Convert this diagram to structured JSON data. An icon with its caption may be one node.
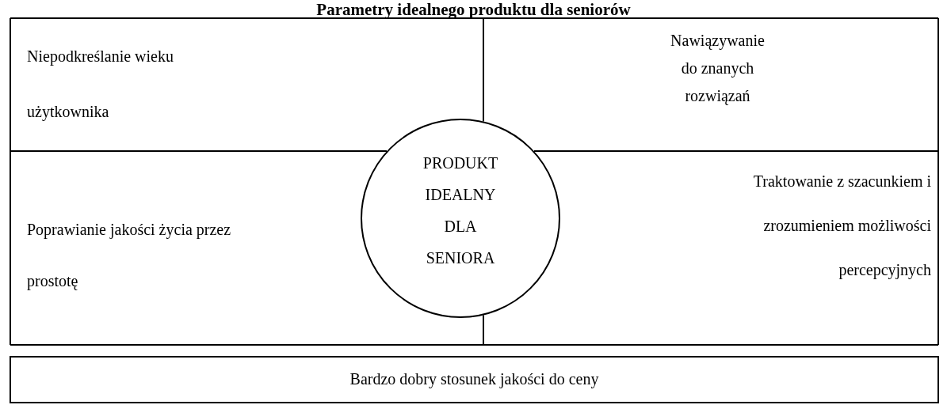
{
  "diagram": {
    "title": "Parametry idealnego produktu dla seniorów",
    "nodes": [
      {
        "text": [
          "Niepodkreślanie wieku użytkownika"
        ]
      },
      {
        "text": [
          "Nawiązywanie do znanych rozwiązań"
        ]
      },
      {
        "text": [
          "Poprawianie jakości życia przez prostotę"
        ]
      },
      {
        "text": [
          "Traktowanie z szacunkiem i zrozumieniem możliwości percepcyjnych"
        ]
      },
      {
        "text": [
          "PRODUKT IDEALNY DLA SENIORA"
        ]
      },
      {
        "text": [
          "Bardzo dobry stosunek jakości do ceny"
        ]
      }
    ]
  }
}
